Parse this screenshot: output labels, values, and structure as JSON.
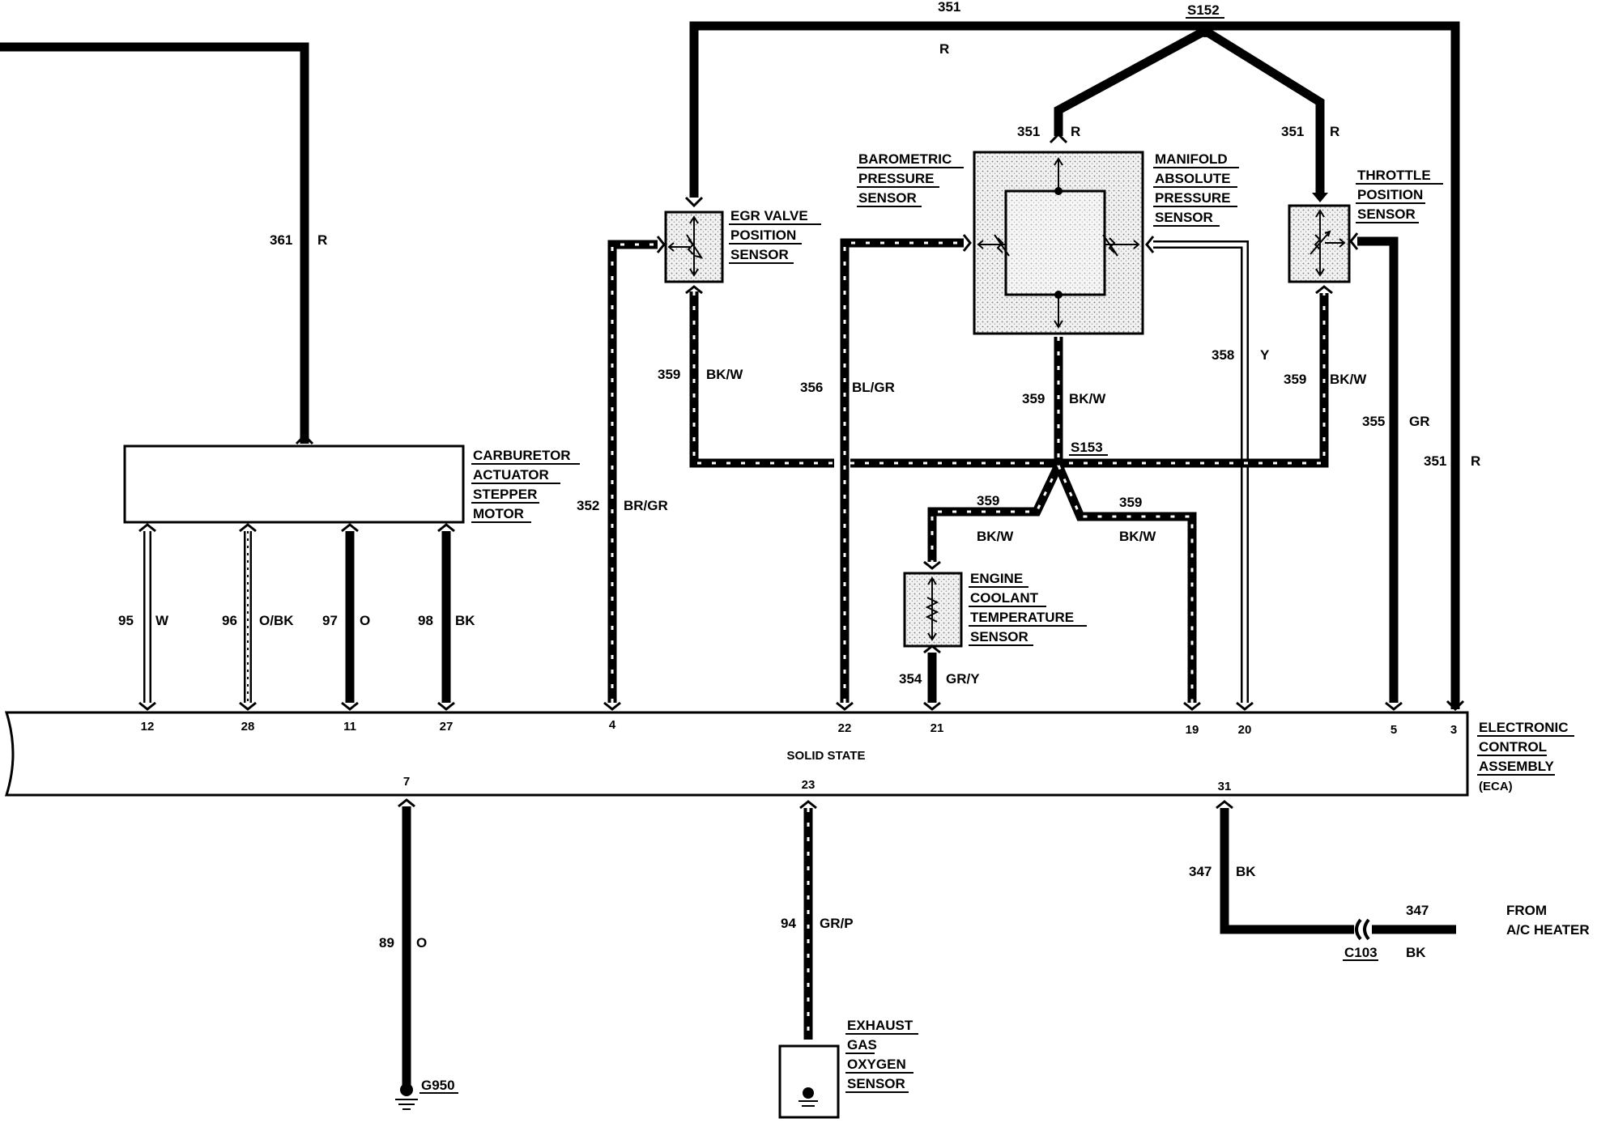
{
  "components": {
    "carburetor": [
      "CARBURETOR",
      "ACTUATOR",
      "STEPPER",
      "MOTOR"
    ],
    "egr": [
      "EGR VALVE",
      "POSITION",
      "SENSOR"
    ],
    "baro": [
      "BAROMETRIC",
      "PRESSURE",
      "SENSOR"
    ],
    "map": [
      "MANIFOLD",
      "ABSOLUTE",
      "PRESSURE",
      "SENSOR"
    ],
    "throttle": [
      "THROTTLE",
      "POSITION",
      "SENSOR"
    ],
    "coolant": [
      "ENGINE",
      "COOLANT",
      "TEMPERATURE",
      "SENSOR"
    ],
    "ecu": [
      "ELECTRONIC",
      "CONTROL",
      "ASSEMBLY"
    ],
    "ecu_abbr": "(ECA)",
    "ecu_center": "SOLID STATE",
    "oxygen": [
      "EXHAUST",
      "GAS",
      "OXYGEN",
      "SENSOR"
    ],
    "from": [
      "FROM",
      "A/C HEATER"
    ]
  },
  "splices": {
    "s152": "S152",
    "s153": "S153"
  },
  "connectors": {
    "c103": "C103"
  },
  "grounds": {
    "g950": "G950"
  },
  "wires": {
    "w361": {
      "num": "361",
      "color": "R"
    },
    "w351_top": {
      "num": "351",
      "color": "R"
    },
    "w351_map": {
      "num": "351",
      "color": "R"
    },
    "w351_tps": {
      "num": "351",
      "color": "R"
    },
    "w351_right": {
      "num": "351",
      "color": "R"
    },
    "w359_egr": {
      "num": "359",
      "color": "BK/W"
    },
    "w359_map": {
      "num": "359",
      "color": "BK/W"
    },
    "w359_tps": {
      "num": "359",
      "color": "BK/W"
    },
    "w359_left": {
      "num": "359",
      "color": "BK/W"
    },
    "w359_right": {
      "num": "359",
      "color": "BK/W"
    },
    "w356": {
      "num": "356",
      "color": "BL/GR"
    },
    "w358": {
      "num": "358",
      "color": "Y"
    },
    "w355": {
      "num": "355",
      "color": "GR"
    },
    "w352": {
      "num": "352",
      "color": "BR/GR"
    },
    "w354": {
      "num": "354",
      "color": "GR/Y"
    },
    "w95": {
      "num": "95",
      "color": "W"
    },
    "w96": {
      "num": "96",
      "color": "O/BK"
    },
    "w97": {
      "num": "97",
      "color": "O"
    },
    "w98": {
      "num": "98",
      "color": "BK"
    },
    "w89": {
      "num": "89",
      "color": "O"
    },
    "w94": {
      "num": "94",
      "color": "GR/P"
    },
    "w347_ecu": {
      "num": "347",
      "color": "BK"
    },
    "w347_ac": {
      "num": "347",
      "color": "BK"
    }
  },
  "pins": {
    "p12": "12",
    "p28": "28",
    "p11": "11",
    "p27": "27",
    "p4": "4",
    "p22": "22",
    "p21": "21",
    "p19": "19",
    "p20": "20",
    "p5": "5",
    "p3": "3",
    "p7": "7",
    "p23": "23",
    "p31": "31"
  }
}
